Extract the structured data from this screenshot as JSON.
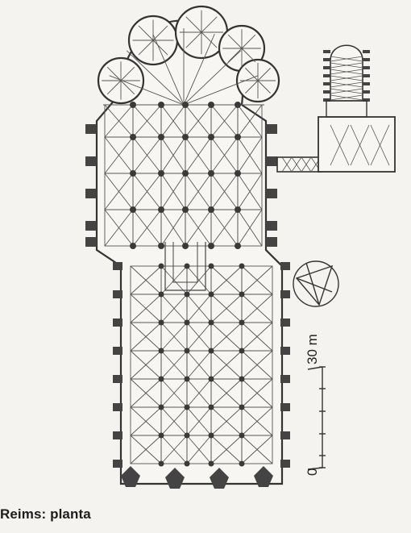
{
  "caption": "Reims: planta",
  "scale_bar": {
    "zero_label": "0",
    "max_label": "30 m"
  },
  "colors": {
    "paper": "#f4f3f0",
    "ink": "#2a2a2a",
    "pier": "#3a3a3a"
  },
  "icons": {
    "compass": "compass-rose-icon"
  }
}
